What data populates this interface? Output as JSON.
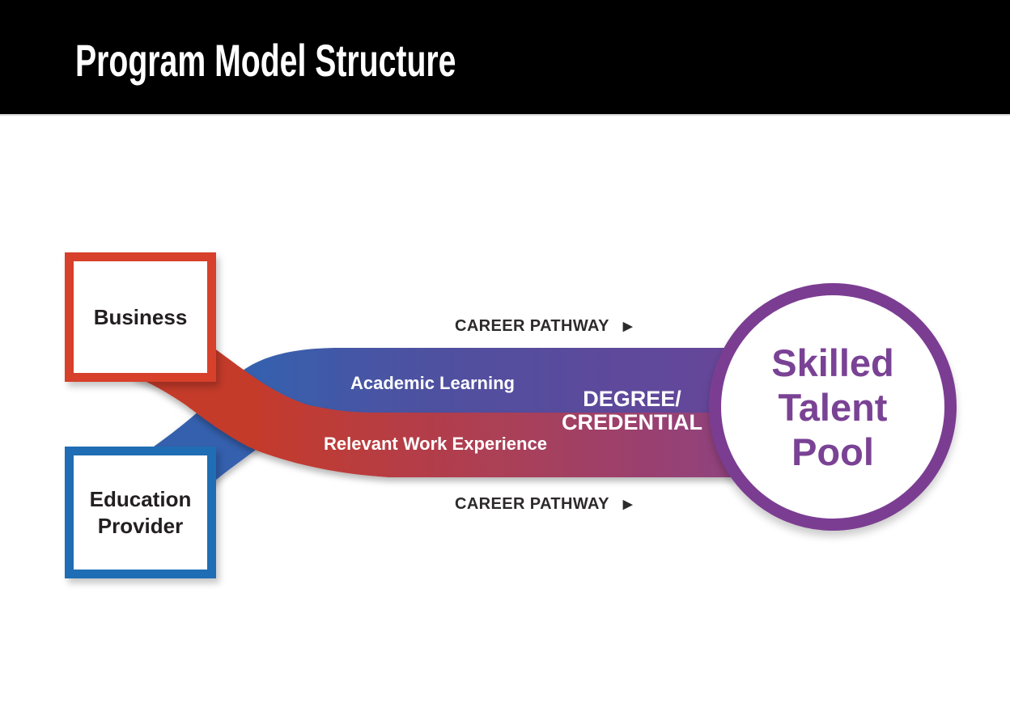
{
  "header": {
    "title": "Program Model Structure"
  },
  "diagram": {
    "business_box": {
      "label": "Business",
      "border_color": "#D7402B"
    },
    "education_box": {
      "label_line1": "Education",
      "label_line2": "Provider",
      "border_color": "#1F6DB4"
    },
    "talent_pool_circle": {
      "label_line1": "Skilled",
      "label_line2": "Talent",
      "label_line3": "Pool",
      "border_color": "#7B3D92",
      "text_color": "#7A4294"
    },
    "academic_band": {
      "label": "Academic Learning",
      "color_left": "#3660AE",
      "color_mid": "#4C52A1",
      "color_right": "#6B4397"
    },
    "work_band": {
      "label": "Relevant Work Experience",
      "color_left": "#C43A2C",
      "color_mid": "#AC3F55",
      "color_right": "#8A4386"
    },
    "credential_label": {
      "line1": "DEGREE/",
      "line2": "CREDENTIAL"
    },
    "career_pathway_top": {
      "label": "CAREER PATHWAY",
      "arrow_icon": "▶"
    },
    "career_pathway_bottom": {
      "label": "CAREER PATHWAY",
      "arrow_icon": "▶"
    },
    "career_text_color": "#2D2A2B"
  }
}
